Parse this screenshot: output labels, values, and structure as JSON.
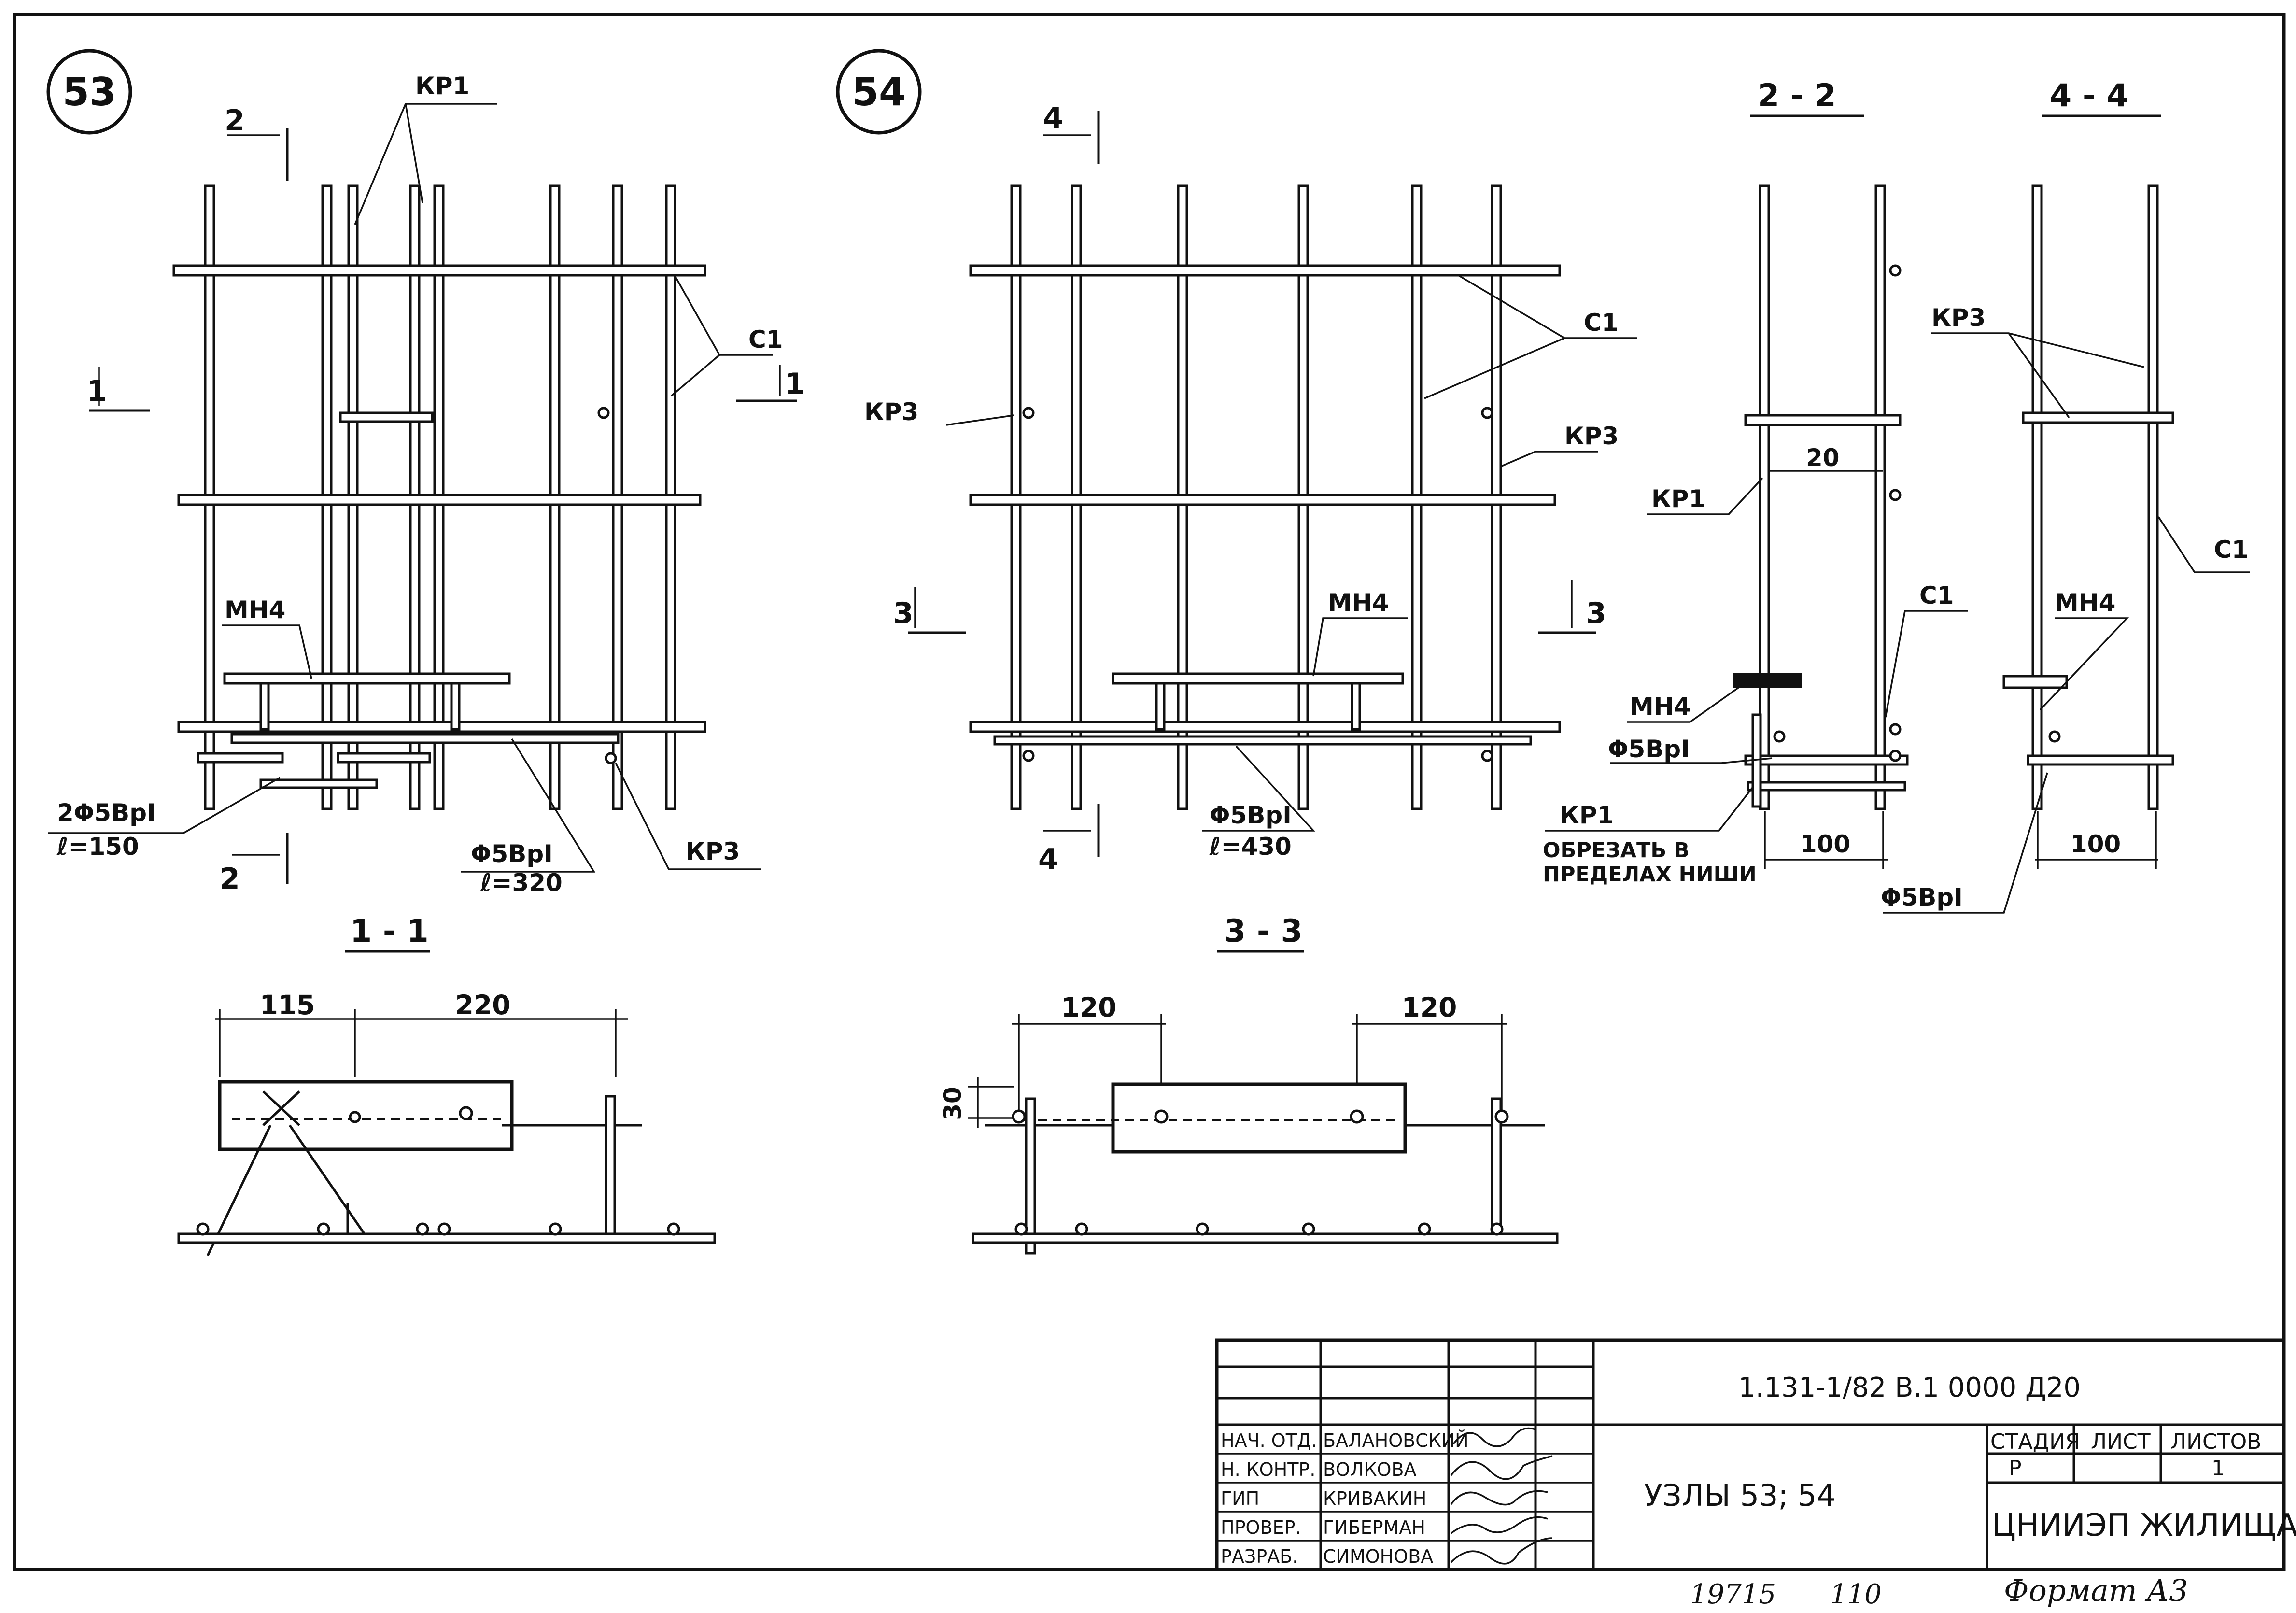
{
  "nodes": {
    "n53": {
      "badge": "53"
    },
    "n54": {
      "badge": "54"
    }
  },
  "labels": {
    "kp1": "КР1",
    "kp3": "КР3",
    "c1": "С1",
    "mh4": "МН4",
    "bar_5bp": "Φ5ВрI",
    "bar_2x5bp": "2Φ5ВрI",
    "len150": "ℓ=150",
    "len320": "ℓ=320",
    "len430": "ℓ=430",
    "kp1_cut_line1": "ОБРЕЗАТЬ В",
    "kp1_cut_line2": "ПРЕДЕЛАХ НИШИ"
  },
  "cuts": {
    "c1": "1",
    "c2": "2",
    "c3": "3",
    "c4": "4",
    "s11": "1 - 1",
    "s22": "2 - 2",
    "s33": "3 - 3",
    "s44": "4 - 4"
  },
  "dims": {
    "d115": "115",
    "d220": "220",
    "d120a": "120",
    "d120b": "120",
    "d30": "30",
    "d20": "20",
    "d100a": "100",
    "d100b": "100"
  },
  "title_block": {
    "doc_code": "1.131-1/82 В.1 0000 Д20",
    "sheet_title": "УЗЛЫ 53; 54",
    "col_stage": "СТАДИЯ",
    "col_sheet": "ЛИСТ",
    "col_sheets": "ЛИСТОВ",
    "stage": "Р",
    "sheet": "",
    "sheets": "1",
    "org": "ЦНИИЭП ЖИЛИЩА",
    "staff": [
      {
        "role": "НАЧ. ОТД.",
        "name": "БАЛАНОВСКИЙ"
      },
      {
        "role": "Н. КОНТР.",
        "name": "ВОЛКОВА"
      },
      {
        "role": "ГИП",
        "name": "КРИВАКИН"
      },
      {
        "role": "ПРОВЕР.",
        "name": "ГИБЕРМАН"
      },
      {
        "role": "РАЗРАБ.",
        "name": "СИМОНОВА"
      }
    ]
  },
  "footer": {
    "number": "19715",
    "page": "110",
    "format": "Формат А3"
  }
}
